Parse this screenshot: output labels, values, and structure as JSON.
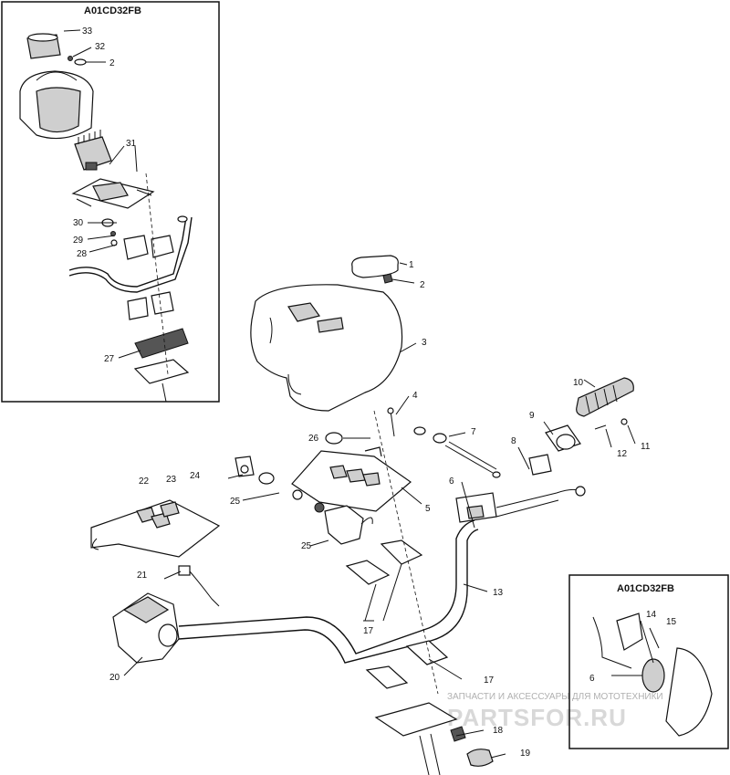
{
  "inset_top_left": {
    "title": "A01CD32FB"
  },
  "inset_bottom_right": {
    "title": "A01CD32FB"
  },
  "watermark": {
    "line1": "ЗАПЧАСТИ И АКСЕССУАРЫ ДЛЯ МОТОТЕХНИКИ",
    "line2": "PARTSFOR.RU"
  },
  "callouts": {
    "c1": "1",
    "c2": "2",
    "c3": "3",
    "c4": "4",
    "c5": "5",
    "c6": "6",
    "c7": "7",
    "c8": "8",
    "c9": "9",
    "c10": "10",
    "c11": "11",
    "c12": "12",
    "c13": "13",
    "c17a": "17",
    "c17b": "17",
    "c18": "18",
    "c19": "19",
    "c20": "20",
    "c21": "21",
    "c22": "22",
    "c23": "23",
    "c24": "24",
    "c25a": "25",
    "c25b": "25",
    "c26": "26",
    "i_c2": "2",
    "i_c27": "27",
    "i_c28": "28",
    "i_c29": "29",
    "i_c30": "30",
    "i_c31": "31",
    "i_c32": "32",
    "i_c33": "33",
    "r_c6": "6",
    "r_c14": "14",
    "r_c15": "15"
  }
}
